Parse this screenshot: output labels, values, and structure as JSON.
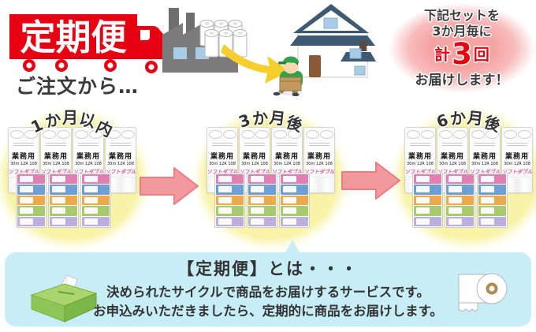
{
  "banner": {
    "badge_label": "定期便",
    "order_from": "ご注文から…"
  },
  "burst": {
    "line1": "下記セットを",
    "line2": "3か月毎に",
    "count_prefix": "計",
    "count_number": "3",
    "count_suffix": "回",
    "line4": "お届けします！"
  },
  "groups": [
    {
      "label": "1か月以内"
    },
    {
      "label": "3か月後"
    },
    {
      "label": "6か月後"
    }
  ],
  "product": {
    "tp_type": "業務用",
    "tp_spec": "30m 12R 108",
    "tp_brand": "ソフトダブル"
  },
  "info_box": {
    "title": "【定期便】とは・・・",
    "line1": "決められたサイクルで商品をお届けするサービスです。",
    "line2": "お申込みいただきましたら、定期的に商品をお届けします。"
  },
  "icons": {
    "badge": "delivery-truck-icon",
    "top_left": "factory-icon",
    "top_middle": "shipping-arrow-icon",
    "top_right": "house-icon",
    "courier": "delivery-person-icon",
    "info_left": "tissue-box-icon",
    "info_right": "toilet-paper-roll-icon"
  },
  "colors": {
    "red": "#e60012",
    "dark_text": "#3a3a3a",
    "burst_pink": "#f5a3a3",
    "arrow_pink": "#f2999d",
    "arrow_pink_border": "#e87d84",
    "arrow_yellow": "#f6cf2f",
    "ellipse_yellow": "#f8f3a6",
    "info_bg": "#c7edf7",
    "brand_pink": "#d6568f",
    "tissue_green": "#8dc656",
    "tissue_green_top": "#aad46e",
    "roof_blue": "#3e5a73",
    "window_blue": "#a9cde7",
    "factory_gray": "#7b7b7b",
    "door_brown": "#8a5a36",
    "box_brown": "#c09a5e",
    "courier_green": "#31a14c",
    "tissue_stripes": [
      "#e080b2",
      "#6d9ed6",
      "#efa94d",
      "#a6ca6c",
      "#bcaedd"
    ]
  }
}
